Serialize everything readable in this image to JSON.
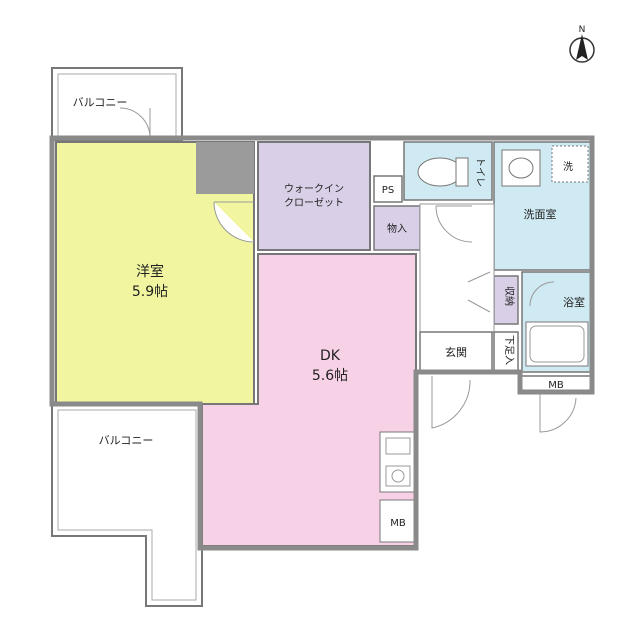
{
  "compass": {
    "label": "N"
  },
  "rooms": {
    "western_room": {
      "name": "洋室",
      "size": "5.9帖",
      "color": "#f1f5a0"
    },
    "dk": {
      "name": "DK",
      "size": "5.6帖",
      "color": "#f7d2e6"
    },
    "walk_in_closet": {
      "line1": "ウォークイン",
      "line2": "クローゼット",
      "color": "#d9d0e8"
    },
    "storage": {
      "name": "物入",
      "color": "#d9d0e8"
    },
    "ps": {
      "name": "PS"
    },
    "toilet": {
      "name": "トイレ",
      "color": "#cfeaf2"
    },
    "washroom": {
      "name": "洗面室",
      "color": "#cfeaf2"
    },
    "washer": {
      "name": "洗"
    },
    "bathroom": {
      "name": "浴室",
      "color": "#cfeaf2"
    },
    "closet_small": {
      "name": "収納",
      "color": "#d9d0e8"
    },
    "entrance": {
      "name": "玄関"
    },
    "shoe_box": {
      "name": "下足入"
    },
    "mb_top": {
      "name": "MB"
    },
    "mb_bottom": {
      "name": "MB"
    }
  },
  "balconies": {
    "upper": "バルコニー",
    "lower": "バルコニー"
  },
  "colors": {
    "wall": "#8a8a8a",
    "shaft": "#9b9b9b"
  }
}
